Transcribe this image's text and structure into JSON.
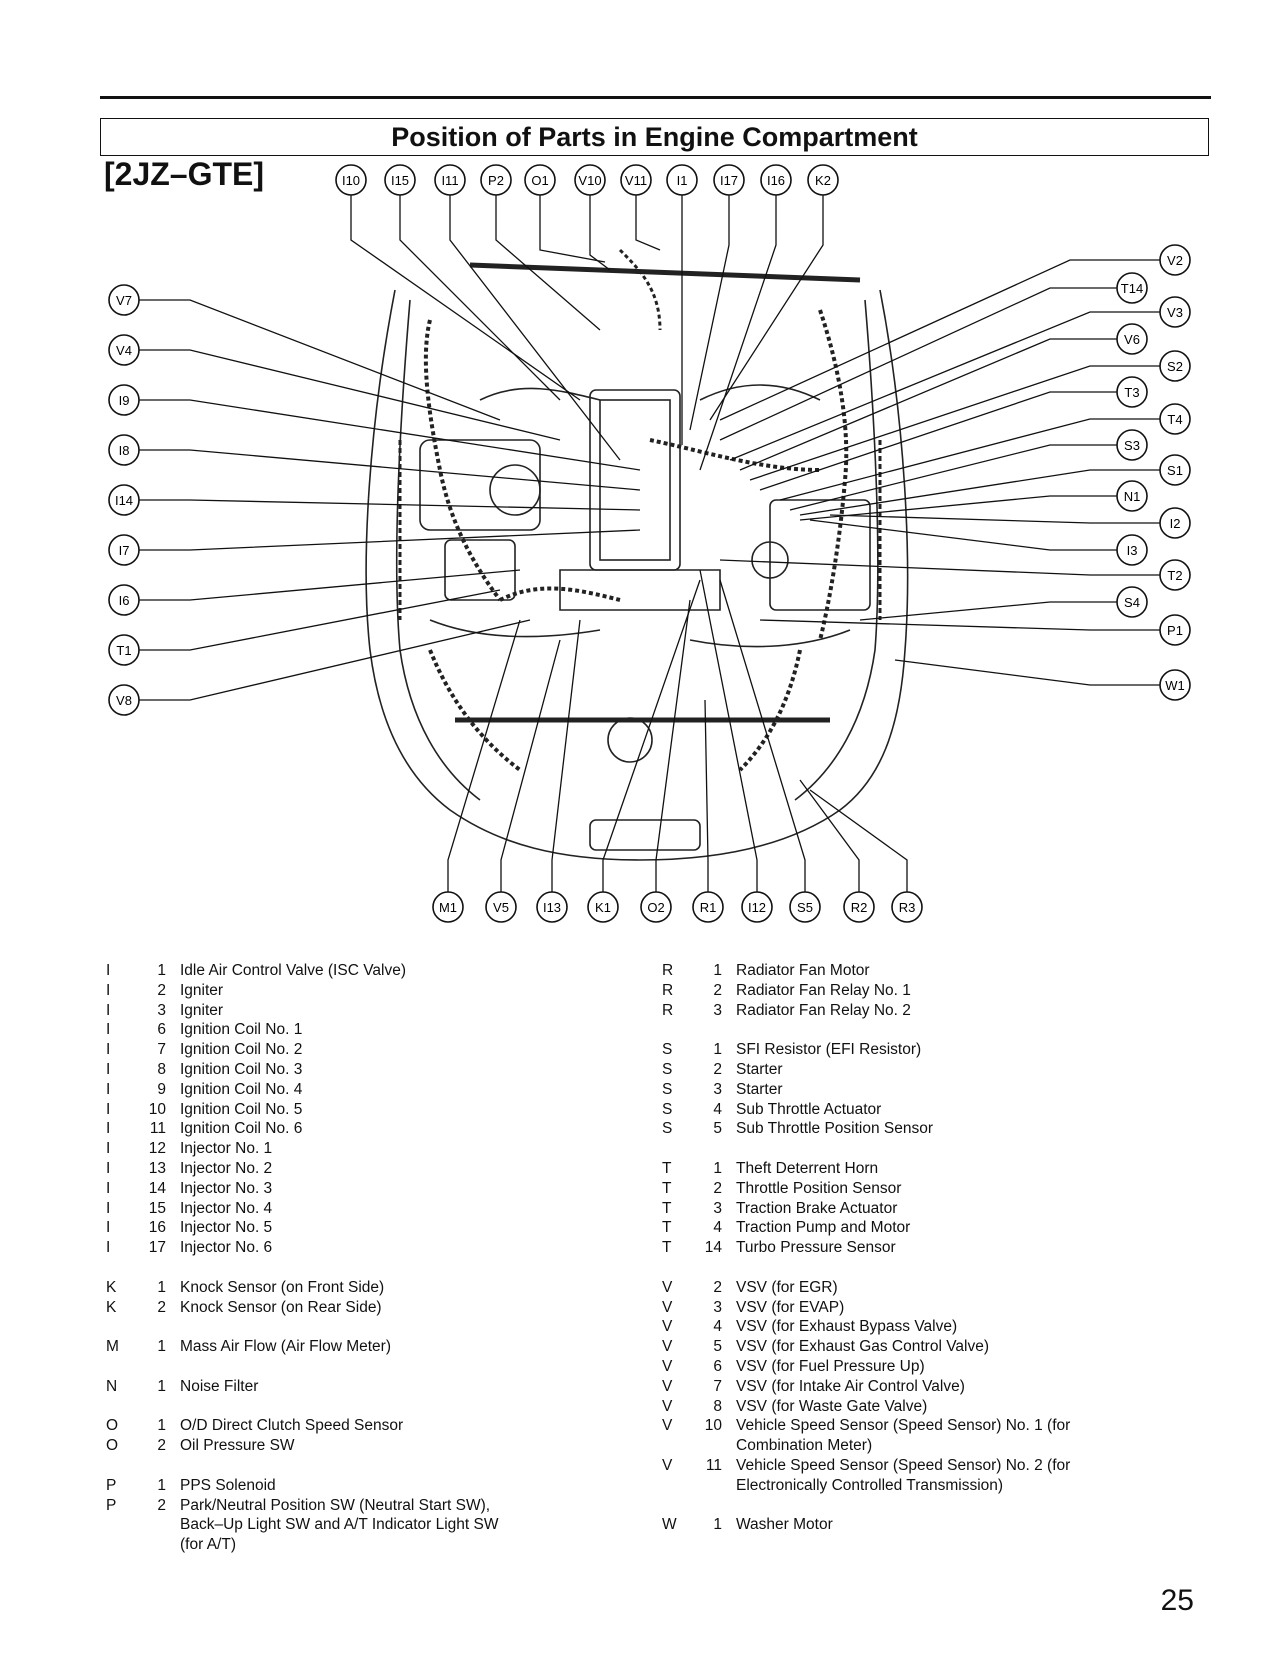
{
  "title": "Position of Parts in Engine Compartment",
  "engine": "[2JZ–GTE]",
  "page_number": "25",
  "callouts": {
    "top": [
      "I10",
      "I15",
      "I11",
      "P2",
      "O1",
      "V10",
      "V11",
      "I1",
      "I17",
      "I16",
      "K2"
    ],
    "left": [
      "V7",
      "V4",
      "I9",
      "I8",
      "I14",
      "I7",
      "I6",
      "T1",
      "V8"
    ],
    "right": [
      "V2",
      "T14",
      "V3",
      "V6",
      "S2",
      "T3",
      "T4",
      "S3",
      "S1",
      "N1",
      "I2",
      "I3",
      "T2",
      "S4",
      "P1",
      "W1"
    ],
    "bottom": [
      "M1",
      "V5",
      "I13",
      "K1",
      "O2",
      "R1",
      "I12",
      "S5",
      "R2",
      "R3"
    ]
  },
  "legend_left": [
    {
      "letter": "I",
      "num": "1",
      "desc": "Idle Air Control Valve (ISC Valve)"
    },
    {
      "letter": "I",
      "num": "2",
      "desc": "Igniter"
    },
    {
      "letter": "I",
      "num": "3",
      "desc": "Igniter"
    },
    {
      "letter": "I",
      "num": "6",
      "desc": "Ignition Coil No. 1"
    },
    {
      "letter": "I",
      "num": "7",
      "desc": "Ignition Coil No. 2"
    },
    {
      "letter": "I",
      "num": "8",
      "desc": "Ignition Coil No. 3"
    },
    {
      "letter": "I",
      "num": "9",
      "desc": "Ignition Coil No. 4"
    },
    {
      "letter": "I",
      "num": "10",
      "desc": "Ignition Coil No. 5"
    },
    {
      "letter": "I",
      "num": "11",
      "desc": "Ignition Coil No. 6"
    },
    {
      "letter": "I",
      "num": "12",
      "desc": "Injector No. 1"
    },
    {
      "letter": "I",
      "num": "13",
      "desc": "Injector No. 2"
    },
    {
      "letter": "I",
      "num": "14",
      "desc": "Injector No. 3"
    },
    {
      "letter": "I",
      "num": "15",
      "desc": "Injector No. 4"
    },
    {
      "letter": "I",
      "num": "16",
      "desc": "Injector No. 5"
    },
    {
      "letter": "I",
      "num": "17",
      "desc": "Injector No. 6"
    },
    {
      "gap": true
    },
    {
      "letter": "K",
      "num": "1",
      "desc": "Knock Sensor (on Front Side)"
    },
    {
      "letter": "K",
      "num": "2",
      "desc": "Knock Sensor (on Rear Side)"
    },
    {
      "gap": true
    },
    {
      "letter": "M",
      "num": "1",
      "desc": "Mass Air Flow (Air Flow Meter)"
    },
    {
      "gap": true
    },
    {
      "letter": "N",
      "num": "1",
      "desc": "Noise Filter"
    },
    {
      "gap": true
    },
    {
      "letter": "O",
      "num": "1",
      "desc": "O/D Direct Clutch Speed Sensor"
    },
    {
      "letter": "O",
      "num": "2",
      "desc": "Oil Pressure SW"
    },
    {
      "gap": true
    },
    {
      "letter": "P",
      "num": "1",
      "desc": "PPS Solenoid"
    },
    {
      "letter": "P",
      "num": "2",
      "desc": "Park/Neutral Position SW (Neutral Start SW),"
    },
    {
      "letter": "",
      "num": "",
      "desc": "Back–Up Light SW and A/T Indicator Light SW"
    },
    {
      "letter": "",
      "num": "",
      "desc": "(for A/T)"
    }
  ],
  "legend_right": [
    {
      "letter": "R",
      "num": "1",
      "desc": "Radiator Fan Motor"
    },
    {
      "letter": "R",
      "num": "2",
      "desc": "Radiator Fan Relay No. 1"
    },
    {
      "letter": "R",
      "num": "3",
      "desc": "Radiator Fan Relay No. 2"
    },
    {
      "gap": true
    },
    {
      "letter": "S",
      "num": "1",
      "desc": "SFI Resistor (EFI Resistor)"
    },
    {
      "letter": "S",
      "num": "2",
      "desc": "Starter"
    },
    {
      "letter": "S",
      "num": "3",
      "desc": "Starter"
    },
    {
      "letter": "S",
      "num": "4",
      "desc": "Sub Throttle Actuator"
    },
    {
      "letter": "S",
      "num": "5",
      "desc": "Sub Throttle Position Sensor"
    },
    {
      "gap": true
    },
    {
      "letter": "T",
      "num": "1",
      "desc": "Theft Deterrent Horn"
    },
    {
      "letter": "T",
      "num": "2",
      "desc": "Throttle Position Sensor"
    },
    {
      "letter": "T",
      "num": "3",
      "desc": "Traction Brake Actuator"
    },
    {
      "letter": "T",
      "num": "4",
      "desc": "Traction Pump and Motor"
    },
    {
      "letter": "T",
      "num": "14",
      "desc": "Turbo Pressure Sensor"
    },
    {
      "gap": true
    },
    {
      "letter": "V",
      "num": "2",
      "desc": "VSV (for EGR)"
    },
    {
      "letter": "V",
      "num": "3",
      "desc": "VSV (for EVAP)"
    },
    {
      "letter": "V",
      "num": "4",
      "desc": "VSV (for Exhaust Bypass Valve)"
    },
    {
      "letter": "V",
      "num": "5",
      "desc": "VSV (for Exhaust Gas Control Valve)"
    },
    {
      "letter": "V",
      "num": "6",
      "desc": "VSV (for Fuel Pressure Up)"
    },
    {
      "letter": "V",
      "num": "7",
      "desc": "VSV (for Intake Air Control Valve)"
    },
    {
      "letter": "V",
      "num": "8",
      "desc": "VSV (for Waste Gate Valve)"
    },
    {
      "letter": "V",
      "num": "10",
      "desc": "Vehicle Speed Sensor (Speed Sensor) No. 1 (for"
    },
    {
      "letter": "",
      "num": "",
      "desc": "Combination Meter)"
    },
    {
      "letter": "V",
      "num": "11",
      "desc": "Vehicle Speed Sensor (Speed Sensor) No. 2 (for"
    },
    {
      "letter": "",
      "num": "",
      "desc": "Electronically Controlled Transmission)"
    },
    {
      "gap": true
    },
    {
      "letter": "W",
      "num": "1",
      "desc": "Washer Motor"
    }
  ]
}
